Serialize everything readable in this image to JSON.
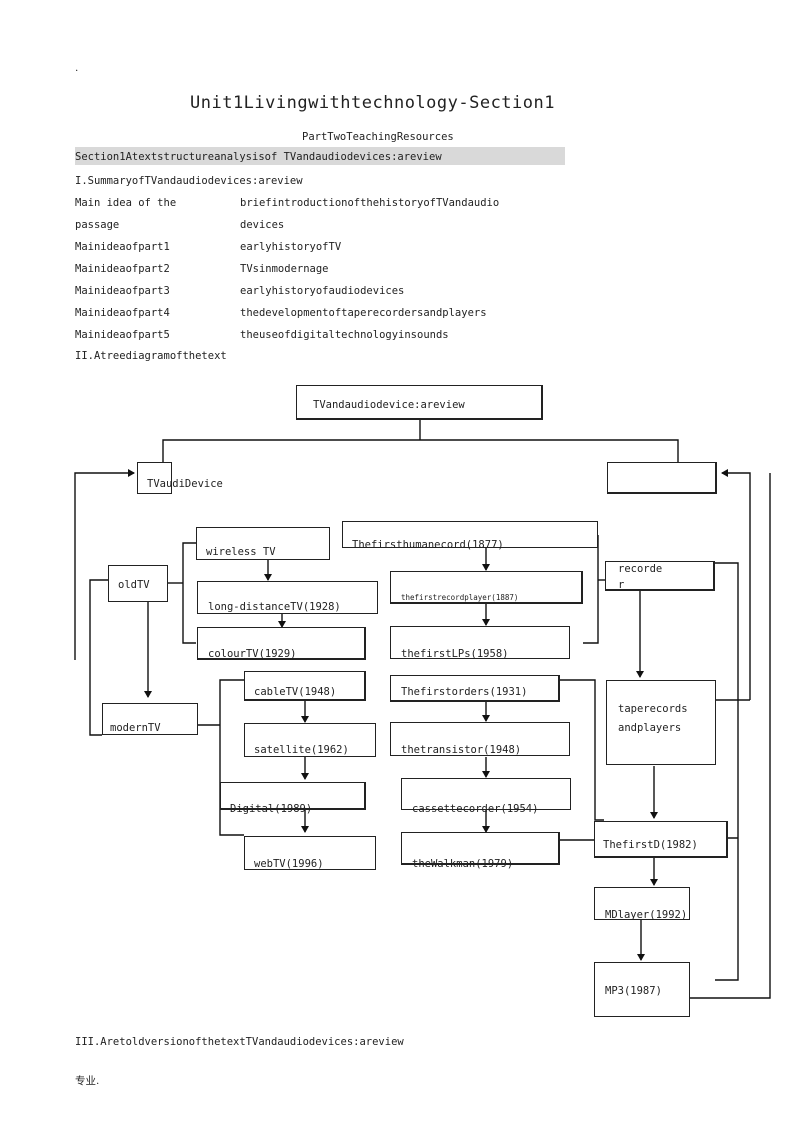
{
  "page": {
    "dot": ".",
    "title": "Unit1Livingwithtechnology-Section1",
    "subtitle": "PartTwoTeachingResources",
    "section_bar": "Section1Atextstructureanalysisof TVandaudiodevices:areview",
    "heading1": "I.SummaryofTVandaudiodevices:areview",
    "summary": [
      {
        "label": "Main    idea    of    the",
        "value": "briefintroductionofthehistoryofTVandaudio"
      },
      {
        "label": "passage",
        "value": "devices"
      },
      {
        "label": "Mainideaofpart1",
        "value": "earlyhistoryofTV"
      },
      {
        "label": "Mainideaofpart2",
        "value": "TVsinmodernage"
      },
      {
        "label": "Mainideaofpart3",
        "value": "earlyhistoryofaudiodevices"
      },
      {
        "label": "Mainideaofpart4",
        "value": "thedevelopmentoftaperecordersandplayers"
      },
      {
        "label": "Mainideaofpart5",
        "value": "theuseofdigitaltechnologyinsounds"
      }
    ],
    "heading2": "II.Atreediagramofthetext",
    "heading3": "III.AretoldversionofthetextTVandaudiodevices:areview",
    "footer": "专业."
  },
  "diagram": {
    "root": "TVandaudiodevice:areview",
    "tv_device": "TVaudiDevice",
    "old_tv": "oldTV",
    "modern_tv": "modernTV",
    "wireless": "wireless        TV",
    "long_distance": "long-distanceTV(1928)",
    "colour": "colourTV(1929)",
    "cable": "cableTV(1948)",
    "satellite": "satellite(1962)",
    "digital": "Digital(1989)",
    "web": "webTV(1996)",
    "first_human_record": "Thefirsthumanecord(1877)",
    "first_record_player": "thefirstrecordplayer(1887)",
    "first_lps": "thefirstLPs(1958)",
    "first_orders": "Thefirstorders(1931)",
    "transistor": "thetransistor(1948)",
    "cassette": "cassettecorder(1954)",
    "walkman": "theWalkman(1979)",
    "recorder_a": "recorde",
    "recorder_b": "r",
    "tape_a": "taperecords",
    "tape_b": "andplayers",
    "first_cd": "ThefirstD(1982)",
    "md_player": "MDlayer(1992)",
    "mp3": "MP3(1987)"
  }
}
